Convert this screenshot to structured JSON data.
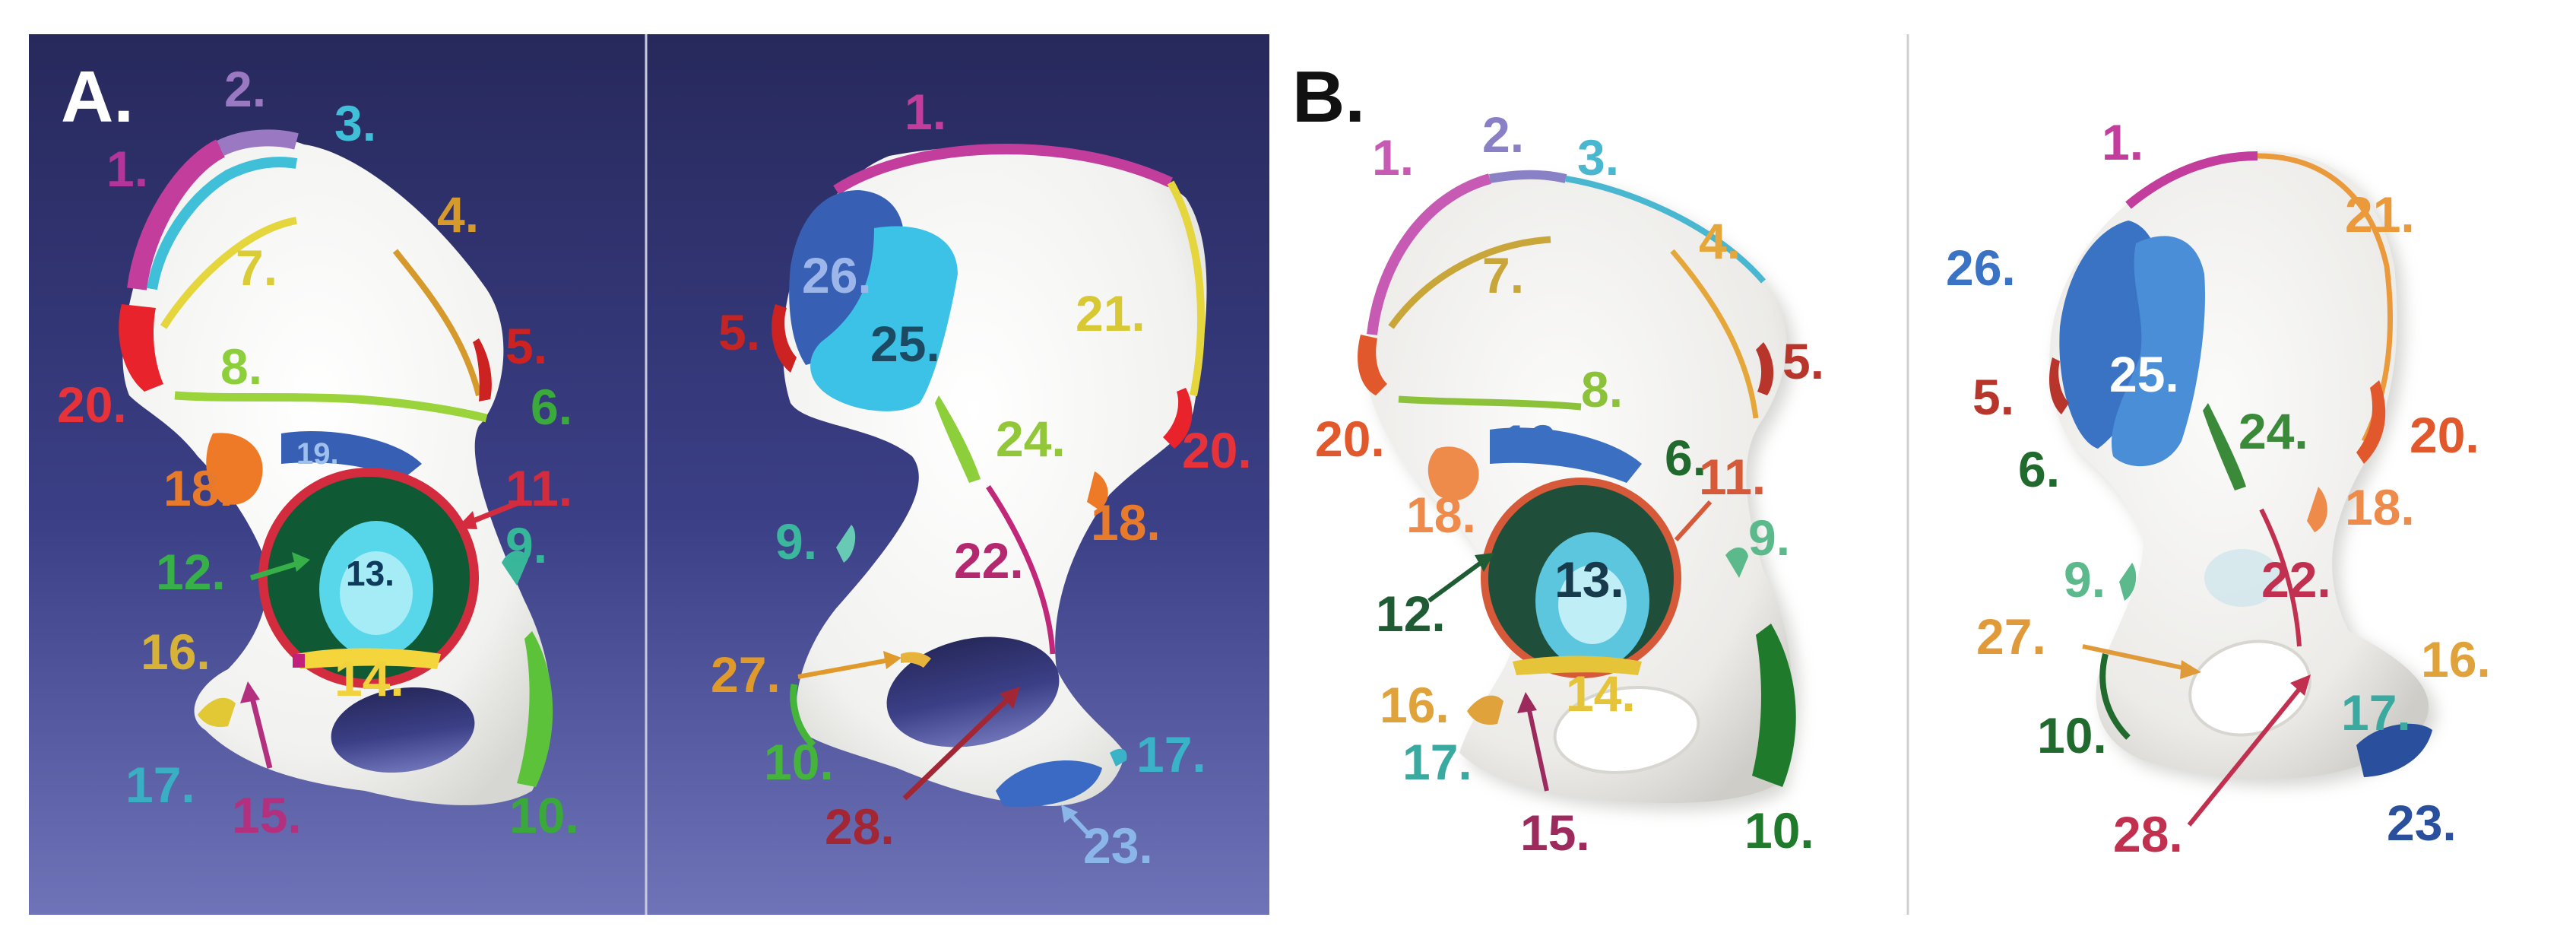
{
  "panels": [
    {
      "letter": "A.",
      "letter_color": "#ffffff"
    },
    {
      "letter": "B.",
      "letter_color": "#111111"
    }
  ],
  "views": [
    {
      "id": "a-lateral",
      "labels": [
        {
          "text": "1.",
          "color": "#b3349a"
        },
        {
          "text": "2.",
          "color": "#9b79c2"
        },
        {
          "text": "3.",
          "color": "#3fc0d8"
        },
        {
          "text": "4.",
          "color": "#d59a2b"
        },
        {
          "text": "7.",
          "color": "#d9cc38"
        },
        {
          "text": "5.",
          "color": "#cc2222"
        },
        {
          "text": "20.",
          "color": "#e8323a"
        },
        {
          "text": "8.",
          "color": "#8ccf3a"
        },
        {
          "text": "6.",
          "color": "#3aaa3a"
        },
        {
          "text": "19.",
          "color": "#9ec0ee"
        },
        {
          "text": "11.",
          "color": "#d32c3e"
        },
        {
          "text": "18.",
          "color": "#e87a2c"
        },
        {
          "text": "12.",
          "color": "#37b04a"
        },
        {
          "text": "13.",
          "color": "#0e3b5b"
        },
        {
          "text": "9.",
          "color": "#36b79a"
        },
        {
          "text": "16.",
          "color": "#d6b238"
        },
        {
          "text": "14.",
          "color": "#f2d23c"
        },
        {
          "text": "17.",
          "color": "#3aafc4"
        },
        {
          "text": "15.",
          "color": "#b3307e"
        },
        {
          "text": "10.",
          "color": "#3aa83a"
        }
      ]
    },
    {
      "id": "a-medial",
      "labels": [
        {
          "text": "1.",
          "color": "#c23d9c"
        },
        {
          "text": "26.",
          "color": "#9cb6ea"
        },
        {
          "text": "25.",
          "color": "#1d4a63"
        },
        {
          "text": "5.",
          "color": "#c42424"
        },
        {
          "text": "21.",
          "color": "#d8c834"
        },
        {
          "text": "24.",
          "color": "#92c73a"
        },
        {
          "text": "20.",
          "color": "#e8323a"
        },
        {
          "text": "9.",
          "color": "#3ab79c"
        },
        {
          "text": "22.",
          "color": "#b3286e"
        },
        {
          "text": "18.",
          "color": "#e87a2c"
        },
        {
          "text": "27.",
          "color": "#e09a2c"
        },
        {
          "text": "10.",
          "color": "#44b53a"
        },
        {
          "text": "17.",
          "color": "#3ab3c8"
        },
        {
          "text": "28.",
          "color": "#a32634"
        },
        {
          "text": "23.",
          "color": "#8ab6ea"
        }
      ]
    },
    {
      "id": "b-lateral",
      "labels": [
        {
          "text": "1.",
          "color": "#c75bb3"
        },
        {
          "text": "2.",
          "color": "#8a80c6"
        },
        {
          "text": "3.",
          "color": "#4ab7d0"
        },
        {
          "text": "4.",
          "color": "#e6a73a"
        },
        {
          "text": "7.",
          "color": "#c9a63a"
        },
        {
          "text": "5.",
          "color": "#b8352c"
        },
        {
          "text": "20.",
          "color": "#e0582c"
        },
        {
          "text": "8.",
          "color": "#8cc23a"
        },
        {
          "text": "6.",
          "color": "#1f6a2c"
        },
        {
          "text": "19.",
          "color": "#3a6fc2"
        },
        {
          "text": "11.",
          "color": "#d65a3a"
        },
        {
          "text": "9.",
          "color": "#5cb98c"
        },
        {
          "text": "18.",
          "color": "#ee8a4a"
        },
        {
          "text": "13.",
          "color": "#173a4c"
        },
        {
          "text": "12.",
          "color": "#1f5c34"
        },
        {
          "text": "16.",
          "color": "#e0a23a"
        },
        {
          "text": "14.",
          "color": "#e6c43a"
        },
        {
          "text": "17.",
          "color": "#3aa9a0"
        },
        {
          "text": "15.",
          "color": "#9c2a5c"
        },
        {
          "text": "10.",
          "color": "#1f7a2c"
        }
      ]
    },
    {
      "id": "b-medial",
      "labels": [
        {
          "text": "1.",
          "color": "#c23d9c"
        },
        {
          "text": "21.",
          "color": "#ea9a3a"
        },
        {
          "text": "26.",
          "color": "#3a72c4"
        },
        {
          "text": "25.",
          "color": "#ffffff"
        },
        {
          "text": "5.",
          "color": "#b8352c"
        },
        {
          "text": "24.",
          "color": "#3a8a3a"
        },
        {
          "text": "20.",
          "color": "#e0582c"
        },
        {
          "text": "6.",
          "color": "#1f6a2c"
        },
        {
          "text": "18.",
          "color": "#ee8a4a"
        },
        {
          "text": "9.",
          "color": "#5cb98c"
        },
        {
          "text": "22.",
          "color": "#c23050"
        },
        {
          "text": "27.",
          "color": "#e09a3a"
        },
        {
          "text": "16.",
          "color": "#e0a23a"
        },
        {
          "text": "17.",
          "color": "#3aa9a0"
        },
        {
          "text": "10.",
          "color": "#1f6a2c"
        },
        {
          "text": "28.",
          "color": "#c23050"
        },
        {
          "text": "23.",
          "color": "#2a4f9c"
        }
      ]
    }
  ],
  "colors": {
    "panel_a_bg_top": "#27295c",
    "panel_a_bg_bottom": "#6f73b8",
    "panel_b_bg": "#ffffff",
    "bone": "#f4f4f2",
    "bone_shadow": "#d8d8d4"
  }
}
